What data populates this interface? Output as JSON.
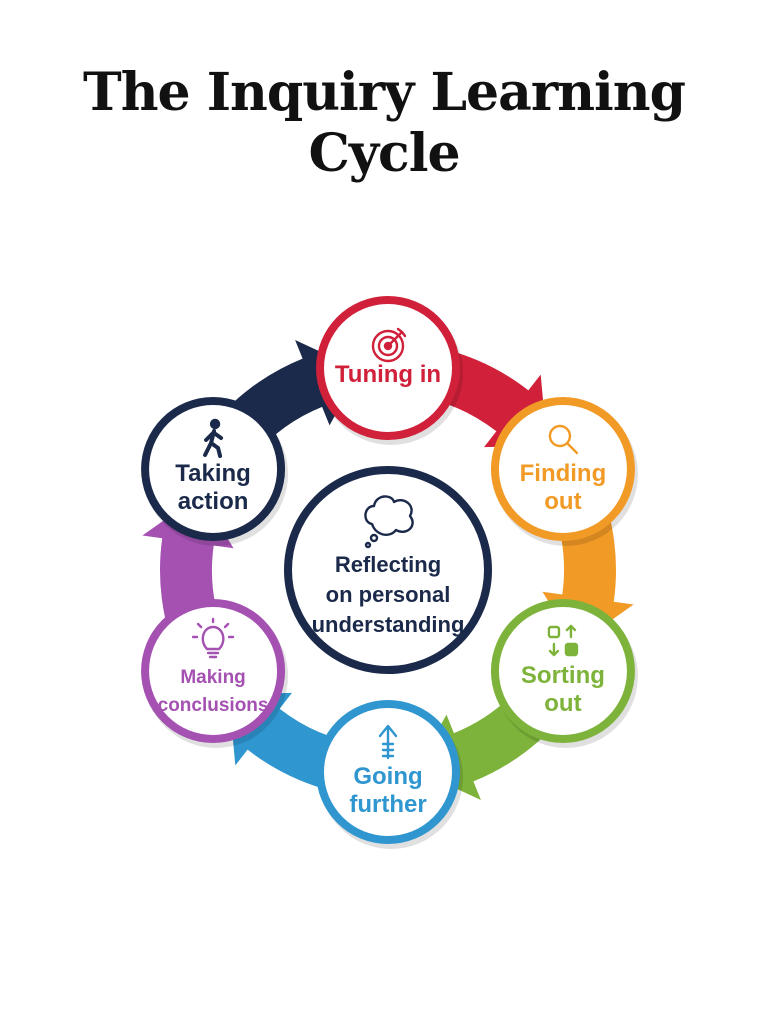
{
  "title": "The Inquiry Learning Cycle",
  "center": {
    "lines": [
      "Reflecting",
      "on personal",
      "understanding"
    ],
    "color": "#1b2a4a",
    "icon": "thought-bubble-icon"
  },
  "stages": [
    {
      "id": "tuning-in",
      "lines": [
        "Tuning in"
      ],
      "color": "#d0203a",
      "icon": "target-icon"
    },
    {
      "id": "finding-out",
      "lines": [
        "Finding",
        "out"
      ],
      "color": "#f29a26",
      "icon": "magnifier-icon"
    },
    {
      "id": "sorting-out",
      "lines": [
        "Sorting",
        "out"
      ],
      "color": "#7db33a",
      "icon": "sort-icon"
    },
    {
      "id": "going-further",
      "lines": [
        "Going",
        "further"
      ],
      "color": "#2f96d0",
      "icon": "arrow-up-icon"
    },
    {
      "id": "making-conclusions",
      "lines": [
        "Making",
        "conclusions"
      ],
      "color": "#a451b2",
      "icon": "lightbulb-icon"
    },
    {
      "id": "taking-action",
      "lines": [
        "Taking",
        "action"
      ],
      "color": "#1b2a4a",
      "icon": "walking-person-icon"
    }
  ]
}
